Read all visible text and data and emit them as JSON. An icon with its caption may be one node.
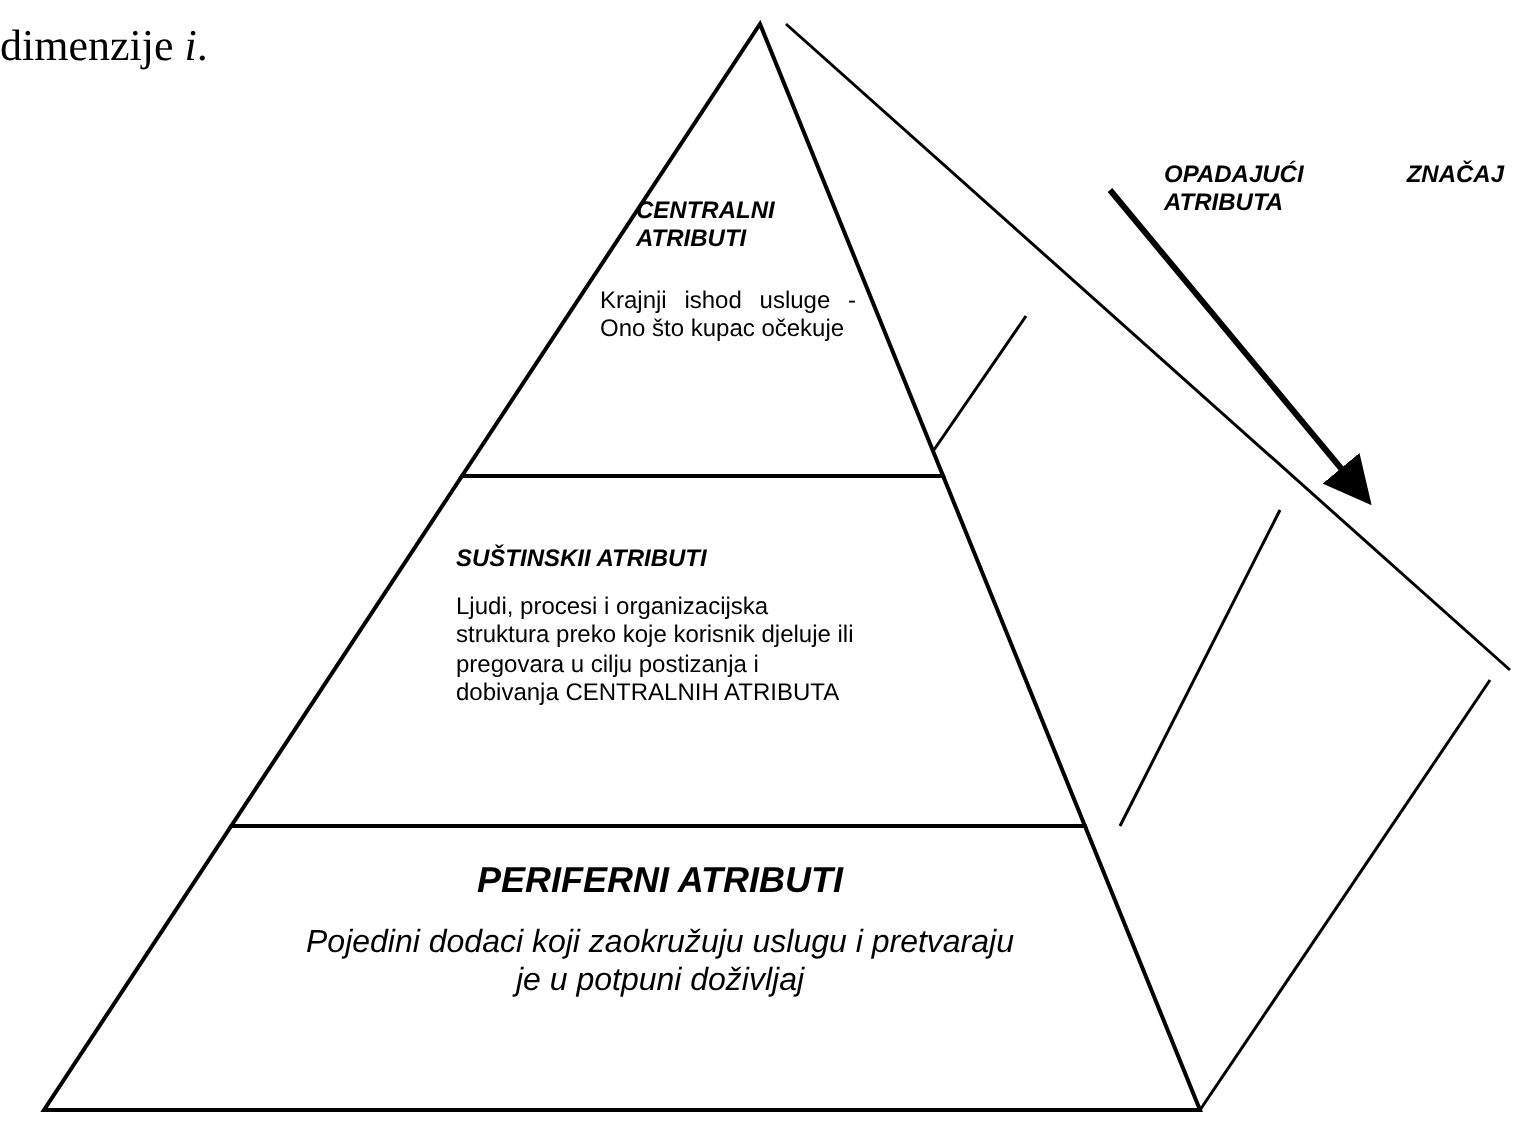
{
  "diagram": {
    "nodes": [
      {
        "text": [
          "CENTRALNI ATRIBUTI",
          "Krajnji ishod usluge - Ono što kupac očekuje"
        ]
      },
      {
        "text": [
          "SUŠTINSKII ATRIBUTI",
          "Ljudi, procesi i organizacijska struktura preko koje korisnik djeluje ili pregovara u cilju postizanja i dobivanja CENTRALNIH ATRIBUTA"
        ]
      },
      {
        "text": [
          "PERIFERNI ATRIBUTI",
          "Pojedini dodaci koji zaokružuju uslugu i pretvaraju je u potpuni doživljaj"
        ]
      }
    ],
    "labels": [
      "dimenzije *i*.",
      "OPADAJUĆI ZNAČAJ ATRIBUTA"
    ]
  }
}
